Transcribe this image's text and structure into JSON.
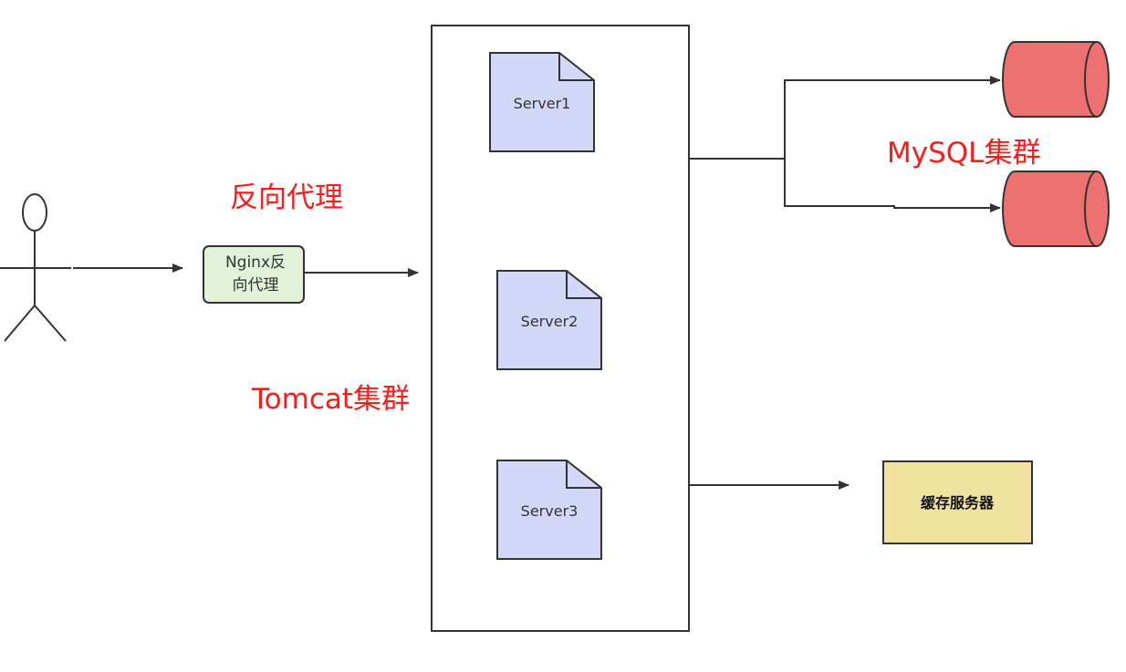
{
  "labels": {
    "reverse_proxy": "反向代理",
    "tomcat_cluster": "Tomcat集群",
    "mysql_cluster": "MySQL集群"
  },
  "nodes": {
    "nginx": {
      "line1": "Nginx反",
      "line2": "向代理"
    },
    "server1": "Server1",
    "server2": "Server2",
    "server3": "Server3",
    "cache": "缓存服务器"
  },
  "colors": {
    "label_red": "#ff1a1a",
    "nginx_fill": "#e1f2d9",
    "server_fill": "#d4d8f8",
    "db_fill": "#ed7170",
    "cache_fill": "#f2e2a0",
    "stroke": "#333333"
  }
}
